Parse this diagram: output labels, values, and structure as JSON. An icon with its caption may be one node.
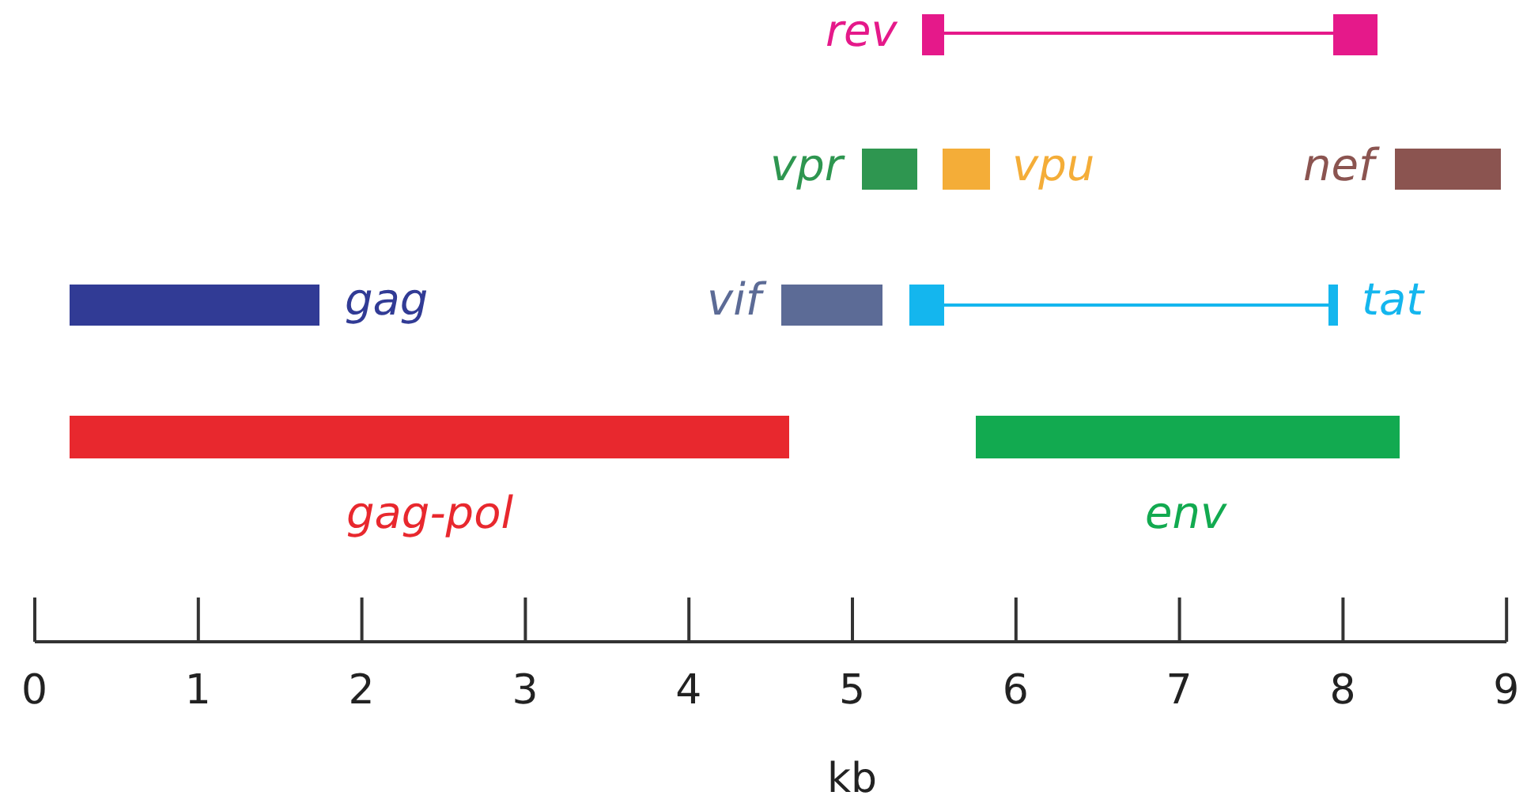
{
  "diagram": {
    "labels": [
      "rev",
      "vpr",
      "vpu",
      "nef",
      "gag",
      "vif",
      "tat",
      "gag-pol",
      "env",
      "0",
      "1",
      "2",
      "3",
      "4",
      "5",
      "6",
      "7",
      "8",
      "9",
      "kb"
    ]
  }
}
